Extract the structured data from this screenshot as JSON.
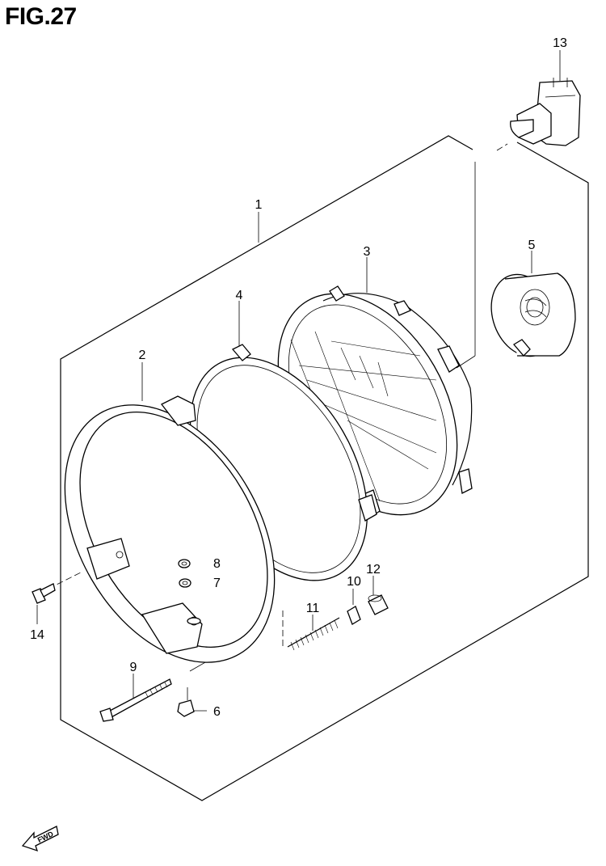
{
  "figure": {
    "title": "FIG.27"
  },
  "parts": [
    {
      "ref": "1"
    },
    {
      "ref": "2"
    },
    {
      "ref": "3"
    },
    {
      "ref": "4"
    },
    {
      "ref": "5"
    },
    {
      "ref": "6"
    },
    {
      "ref": "7"
    },
    {
      "ref": "8"
    },
    {
      "ref": "9"
    },
    {
      "ref": "10"
    },
    {
      "ref": "11"
    },
    {
      "ref": "12"
    },
    {
      "ref": "13"
    },
    {
      "ref": "14"
    }
  ],
  "direction_marker": {
    "label": "FWD",
    "icon": "forward-arrow-icon"
  }
}
